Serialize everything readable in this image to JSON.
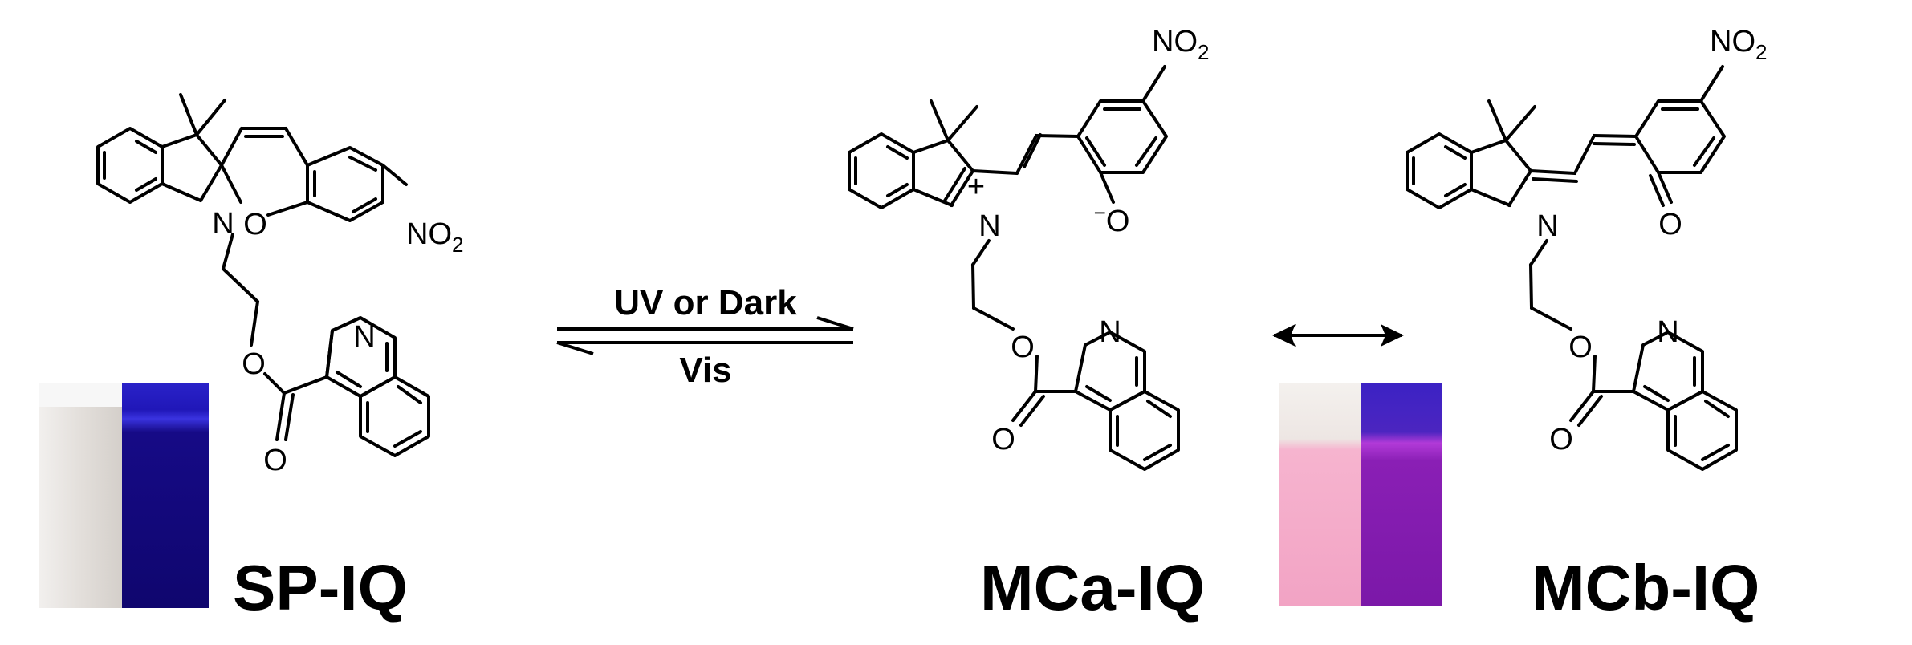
{
  "compounds": {
    "sp": {
      "label": "SP-IQ"
    },
    "mca": {
      "label": "MCa-IQ"
    },
    "mcb": {
      "label": "MCb-IQ"
    }
  },
  "reaction": {
    "forward_condition": "UV or Dark",
    "reverse_condition": "Vis"
  },
  "atoms": {
    "nitrogen": "N",
    "oxygen": "O",
    "nitro_prefix": "NO",
    "nitro_subscript": "2",
    "plus": "+",
    "minus": "−"
  },
  "photos": {
    "sp_vial_colors": [
      "#e9e6e3",
      "#1a0d8a"
    ],
    "mc_vial_colors": [
      "#f3a9c9",
      "#7a1ba6"
    ]
  },
  "colors": {
    "ink": "#000000",
    "background": "#ffffff"
  }
}
